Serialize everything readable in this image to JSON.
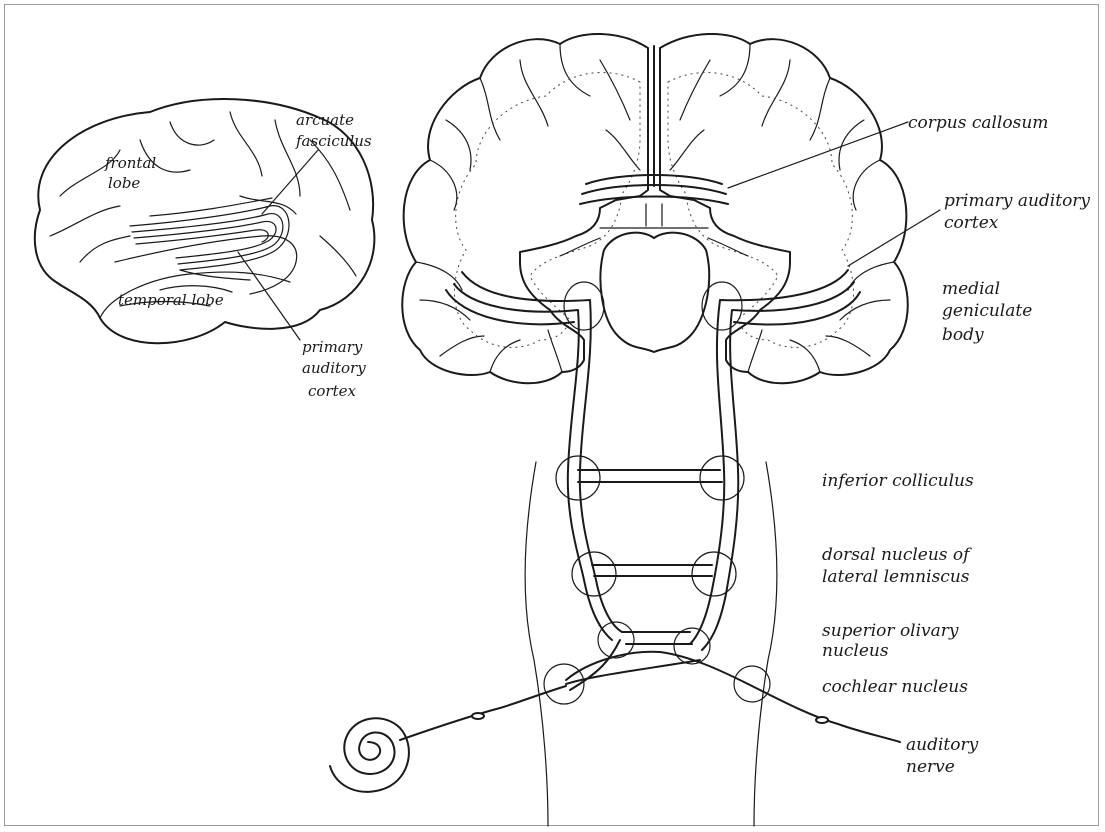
{
  "labels": {
    "frontal_lobe_1": "frontal",
    "frontal_lobe_2": "lobe",
    "arcuate_1": "arcuate",
    "arcuate_2": "fasciculus",
    "temporal_lobe": "temporal lobe",
    "pac_left_1": "primary",
    "pac_left_2": "auditory",
    "pac_left_3": "cortex",
    "corpus_callosum": "corpus callosum",
    "pac_right_1": "primary auditory",
    "pac_right_2": "cortex",
    "mgb_1": "medial",
    "mgb_2": "geniculate",
    "mgb_3": "body",
    "inferior_colliculus": "inferior colliculus",
    "dnll_1": "dorsal nucleus of",
    "dnll_2": "lateral lemniscus",
    "son_1": "superior olivary",
    "son_2": "nucleus",
    "cochlear_nucleus": "cochlear nucleus",
    "auditory_nerve_1": "auditory",
    "auditory_nerve_2": "nerve"
  },
  "colors": {
    "ink": "#1a1a1a",
    "frame": "#9a9a9a",
    "background": "#ffffff"
  }
}
